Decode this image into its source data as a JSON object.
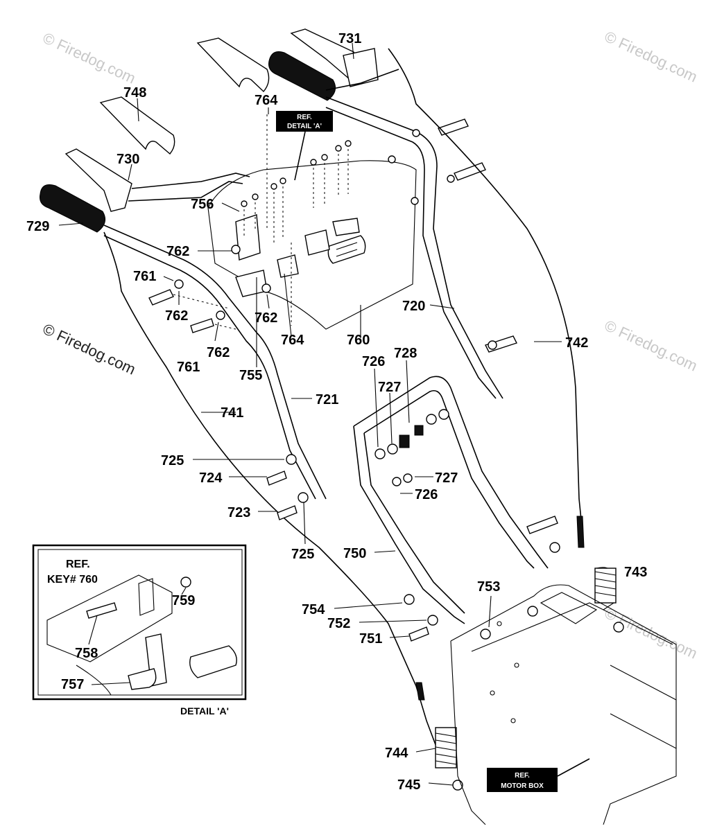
{
  "diagram": {
    "labels": {
      "l731": "731",
      "l748": "748",
      "l764a": "764",
      "l730": "730",
      "l756": "756",
      "l729": "729",
      "l762a": "762",
      "l761a": "761",
      "l762b": "762",
      "l761b": "761",
      "l762c": "762",
      "l762d": "762",
      "l764b": "764",
      "l755": "755",
      "l760": "760",
      "l720": "720",
      "l742": "742",
      "l726a": "726",
      "l728": "728",
      "l727a": "727",
      "l721": "721",
      "l741": "741",
      "l725a": "725",
      "l724": "724",
      "l727b": "727",
      "l726b": "726",
      "l723": "723",
      "l725b": "725",
      "l750": "750",
      "l743": "743",
      "l753": "753",
      "l754": "754",
      "l752": "752",
      "l751": "751",
      "l744": "744",
      "l745": "745"
    },
    "ref_detail_tag": {
      "line1": "REF.",
      "line2": "DETAIL 'A'"
    },
    "ref_motor_tag": {
      "line1": "REF.",
      "line2": "MOTOR BOX"
    },
    "detail_box": {
      "ref_line1": "REF.",
      "ref_line2": "KEY# 760",
      "l759": "759",
      "l758": "758",
      "l757": "757",
      "caption": "DETAIL 'A'"
    },
    "watermark": "© Firedog.com"
  }
}
